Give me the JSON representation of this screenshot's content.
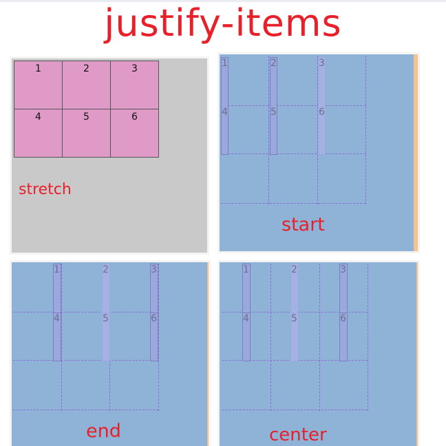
{
  "title": "justify-items",
  "items": [
    "1",
    "2",
    "3",
    "4",
    "5",
    "6"
  ],
  "panels": {
    "stretch": {
      "label": "stretch"
    },
    "start": {
      "label": "start"
    },
    "end": {
      "label": "end"
    },
    "center": {
      "label": "center"
    }
  },
  "colors": {
    "title": "#e8202a",
    "stretch_bg": "#c9c9c9",
    "item_pink": "#e09ac8",
    "panel_blue": "#8fb2d7",
    "item_blue": "#9aa8dd",
    "grid_line": "#8c6bd8",
    "edge_strip": "#f7c38a"
  }
}
